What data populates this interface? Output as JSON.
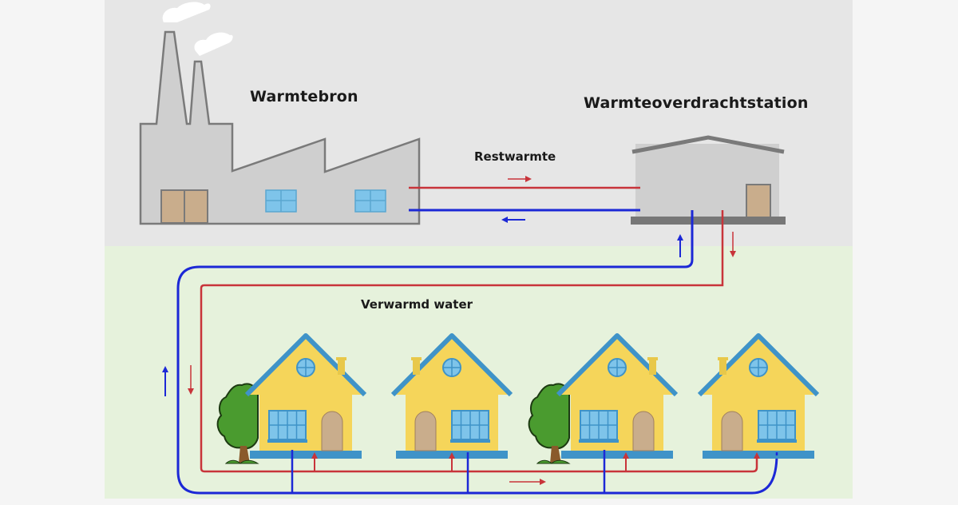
{
  "diagram": {
    "type": "district heating schematic",
    "labels": {
      "heat_source": "Warmtebron",
      "transfer_station": "Warmteoverdrachtstation",
      "residual_heat": "Restwarmte",
      "heated_water": "Verwarmd water"
    },
    "colors": {
      "page_background": "#f5f5f5",
      "industrial_zone": "#e6e6e6",
      "residential_zone": "#e6f2dc",
      "building_grey": "#cfcfcf",
      "building_outline": "#7a7a7a",
      "door_tan": "#c9ad8c",
      "window_blue": "#7ec4ea",
      "hot_pipe": "#c8343a",
      "cold_pipe": "#1c28d6",
      "house_wall": "#f5d55a",
      "house_trim": "#3f93c8",
      "tree_green": "#4a9b2f"
    },
    "nodes": [
      {
        "id": "factory",
        "label_key": "heat_source",
        "kind": "factory"
      },
      {
        "id": "station",
        "label_key": "transfer_station",
        "kind": "heat-exchanger"
      },
      {
        "id": "house-1",
        "kind": "house",
        "has_tree": true
      },
      {
        "id": "house-2",
        "kind": "house",
        "has_tree": false
      },
      {
        "id": "house-3",
        "kind": "house",
        "has_tree": true
      },
      {
        "id": "house-4",
        "kind": "house",
        "has_tree": false
      }
    ],
    "flows": [
      {
        "from": "factory",
        "to": "station",
        "medium": "hot",
        "direction": "right"
      },
      {
        "from": "station",
        "to": "factory",
        "medium": "cold",
        "direction": "left"
      },
      {
        "from": "station",
        "to": "houses",
        "medium": "hot",
        "direction": "down"
      },
      {
        "from": "houses",
        "to": "station",
        "medium": "cold",
        "direction": "up"
      }
    ]
  }
}
